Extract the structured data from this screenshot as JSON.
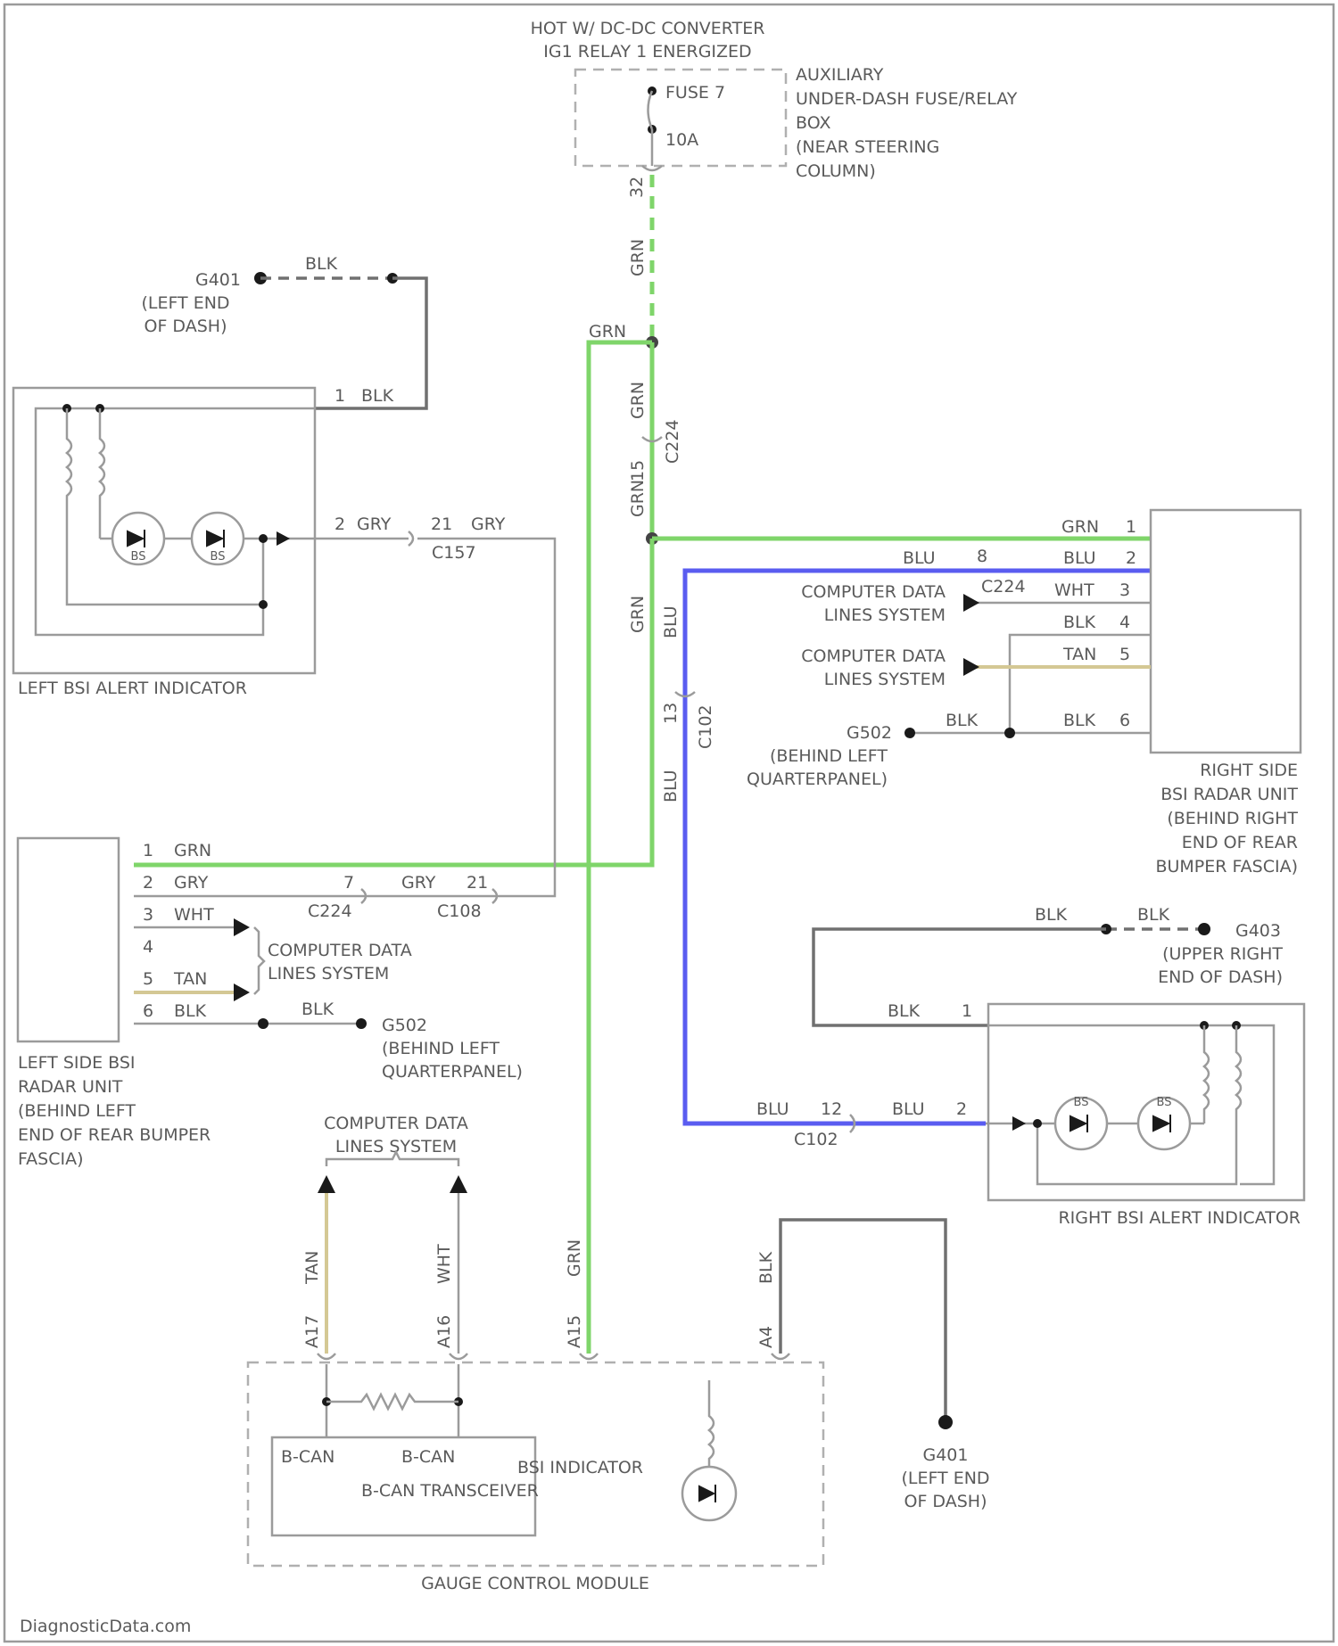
{
  "power": {
    "line1": "HOT W/ DC-DC CONVERTER",
    "line2": "IG1 RELAY 1 ENERGIZED",
    "fuse": "FUSE 7",
    "amps": "10A",
    "box_lines": [
      "AUXILIARY",
      "UNDER-DASH FUSE/RELAY",
      "BOX",
      "(NEAR STEERING",
      "COLUMN)"
    ]
  },
  "wire_colors": {
    "grn": "#7fd56a",
    "blu": "#5a5cf0",
    "gry": "#9b9b9b",
    "blk": "#707070",
    "tan": "#d4c894"
  },
  "labels": {
    "grn": "GRN",
    "blu": "BLU",
    "gry": "GRY",
    "blk": "BLK",
    "wht": "WHT",
    "tan": "TAN"
  },
  "grounds": {
    "g401_top": {
      "id": "G401",
      "loc": [
        "(LEFT END",
        "OF DASH)"
      ]
    },
    "g502_left": {
      "id": "G502",
      "loc": [
        "(BEHIND LEFT",
        "QUARTERPANEL)"
      ]
    },
    "g502_right": {
      "id": "G502",
      "loc": [
        "(BEHIND LEFT",
        "QUARTERPANEL)"
      ]
    },
    "g403": {
      "id": "G403",
      "loc": [
        "(UPPER RIGHT",
        "END OF DASH)"
      ]
    },
    "g401_bottom": {
      "id": "G401",
      "loc": [
        "(LEFT END",
        "OF DASH)"
      ]
    }
  },
  "connectors": {
    "c157": "C157",
    "c224_mid": "C224",
    "c224_right": "C224",
    "c224_left": "C224",
    "c108": "C108",
    "c102_vert": "C102",
    "c102_bottom": "C102"
  },
  "pins": {
    "p1": "1",
    "p2": "2",
    "p3": "3",
    "p4": "4",
    "p5": "5",
    "p6": "6",
    "p7": "7",
    "p8": "8",
    "p15": "15",
    "p21": "21",
    "p12": "12",
    "p13": "13",
    "p32": "32",
    "a17": "A17",
    "a16": "A16",
    "a15": "A15",
    "a4": "A4"
  },
  "components": {
    "left_bsi_alert": "LEFT BSI ALERT INDICATOR",
    "right_bsi_alert": "RIGHT BSI ALERT INDICATOR",
    "right_radar": [
      "RIGHT SIDE",
      "BSI RADAR UNIT",
      "(BEHIND RIGHT",
      "END OF REAR",
      "BUMPER FASCIA)"
    ],
    "left_radar": [
      "LEFT SIDE BSI",
      "RADAR UNIT",
      "(BEHIND LEFT",
      "END OF REAR BUMPER",
      "FASCIA)"
    ],
    "computer_data_lines": [
      "COMPUTER DATA",
      "LINES SYSTEM"
    ],
    "gauge_module": "GAUGE CONTROL MODULE",
    "bsi_indicator": "BSI INDICATOR",
    "bcan1": "B-CAN",
    "bcan2": "B-CAN",
    "bcan_transceiver": "B-CAN TRANSCEIVER",
    "led_label": "BS"
  },
  "watermark": "DiagnosticData.com"
}
